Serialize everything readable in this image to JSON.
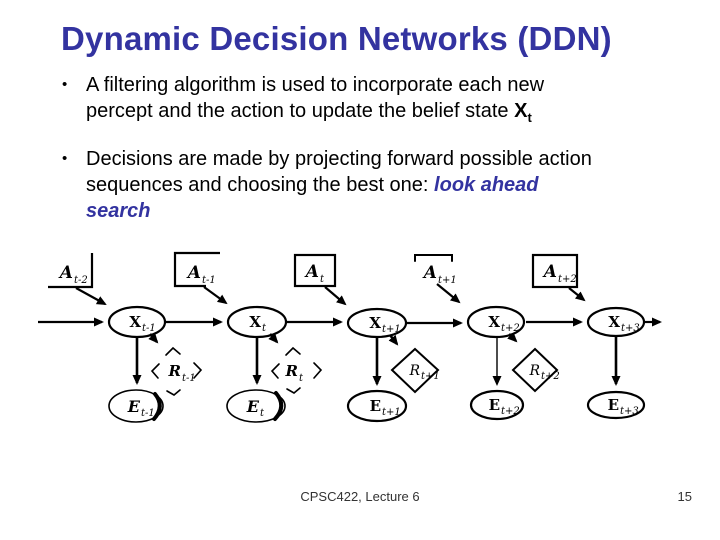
{
  "title": "Dynamic Decision Networks (DDN)",
  "colors": {
    "accent_blue": "#3333A0",
    "text": "#000000",
    "background": "#FFFFFF"
  },
  "bullets": {
    "bullet1": {
      "line1": "A filtering algorithm is used to incorporate each new",
      "line2": "percept and the action to update the belief state ",
      "x": "X",
      "xsub": "t"
    },
    "bullet2": {
      "line1": "Decisions are made by projecting forward possible action",
      "line2_plain": "sequences and choosing the best one: ",
      "line2_accent": "look ahead",
      "line3_accent": "search"
    }
  },
  "diagram": {
    "action_nodes": [
      {
        "main": "A",
        "sub": "t-2"
      },
      {
        "main": "A",
        "sub": "t-1"
      },
      {
        "main": "A",
        "sub": "t"
      },
      {
        "main": "A",
        "sub": "t+1"
      },
      {
        "main": "A",
        "sub": "t+2"
      }
    ],
    "state_nodes": [
      {
        "main": "X",
        "sub": "t-1"
      },
      {
        "main": "X",
        "sub": "t"
      },
      {
        "main": "X",
        "sub": "t+1"
      },
      {
        "main": "X",
        "sub": "t+2"
      },
      {
        "main": "X",
        "sub": "t+3"
      }
    ],
    "reward_nodes": [
      {
        "main": "R",
        "sub": "t-1"
      },
      {
        "main": "R",
        "sub": "t"
      },
      {
        "main": "R",
        "sub": "t+1"
      },
      {
        "main": "R",
        "sub": "t+2"
      }
    ],
    "evidence_nodes": [
      {
        "main": "E",
        "sub": "t-1"
      },
      {
        "main": "E",
        "sub": "t"
      },
      {
        "main": "E",
        "sub": "t+1"
      },
      {
        "main": "E",
        "sub": "t+2"
      },
      {
        "main": "E",
        "sub": "t+3"
      }
    ]
  },
  "footer": {
    "course": "CPSC422, Lecture 6",
    "page": "15"
  }
}
